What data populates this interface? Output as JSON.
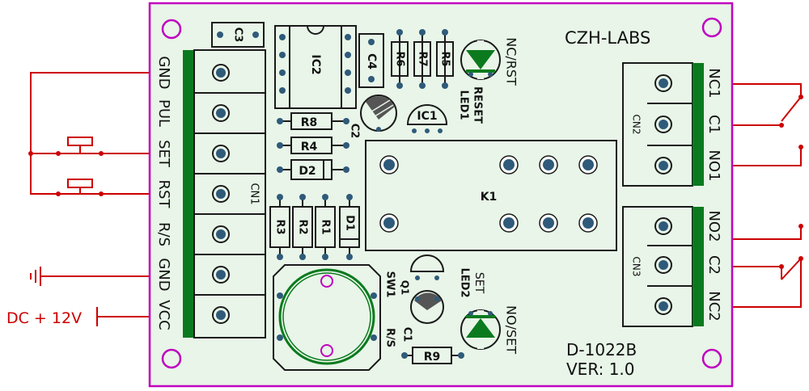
{
  "colors": {
    "board_outline": "#c000c0",
    "board_fill": "#e8f5e8",
    "silk": "#1a1a1a",
    "terminal_green": "#0b7a1e",
    "pad": "#2f5a7a",
    "external_wire": "#cc0000"
  },
  "board": {
    "brand": "CZH-LABS",
    "model": "D-1022B",
    "version": "VER: 1.0"
  },
  "cn1": {
    "name": "CN1",
    "pins": [
      "GND",
      "PUL",
      "SET",
      "RST",
      "R/S",
      "GND",
      "VCC"
    ]
  },
  "cn2": {
    "name": "CN2",
    "pins": [
      "NC1",
      "C1",
      "NO1"
    ]
  },
  "cn3": {
    "name": "CN3",
    "pins": [
      "NO2",
      "C2",
      "NC2"
    ]
  },
  "components": {
    "c3": "C3",
    "ic2": "IC2",
    "c4": "C4",
    "r6": "R6",
    "r7": "R7",
    "r5": "R5",
    "r8": "R8",
    "r4": "R4",
    "d2": "D2",
    "c2": "C2",
    "ic1": "IC1",
    "r3": "R3",
    "r2": "R2",
    "r1": "R1",
    "d1": "D1",
    "k1": "K1",
    "sw1": "SW1",
    "q1": "Q1",
    "c1": "C1",
    "r9": "R9"
  },
  "leds": {
    "led1": "LED1",
    "reset": "RESET",
    "nc_rst": "NC/RST",
    "led2": "LED2",
    "set": "SET",
    "no_set": "NO/SET",
    "sw_rs": "R/S"
  },
  "external": {
    "power_label": "DC + 12V"
  }
}
